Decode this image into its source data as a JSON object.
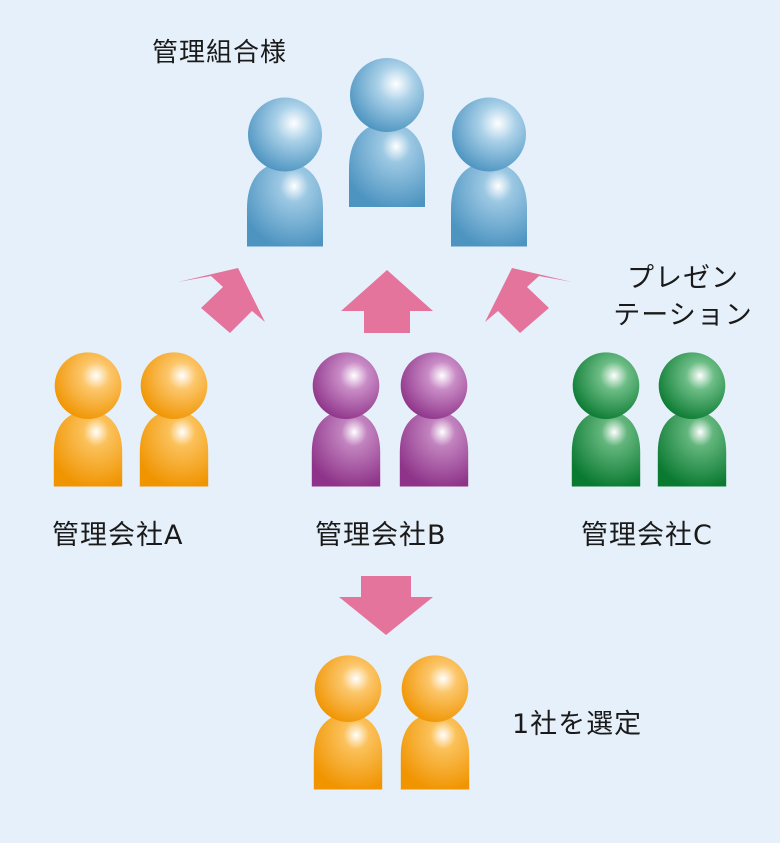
{
  "labels": {
    "client": "管理組合様",
    "presentation_line1": "プレゼン",
    "presentation_line2": "テーション",
    "company_a": "管理会社A",
    "company_b": "管理会社B",
    "company_c": "管理会社C",
    "selection": "1社を選定"
  },
  "colors": {
    "background": "#e6f0fa",
    "blue": "#4f97c3",
    "orange": "#f39a00",
    "purple": "#93398f",
    "green": "#0c7f35",
    "arrow": "#e5749d"
  }
}
